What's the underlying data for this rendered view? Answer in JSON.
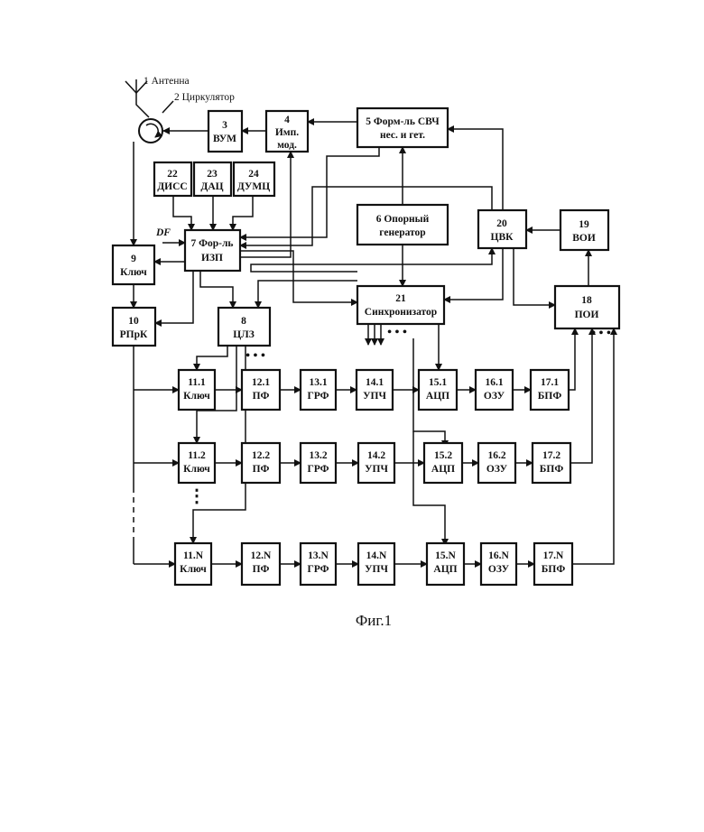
{
  "labels": {
    "antenna": "1 Антенна",
    "circulator": "2 Циркулятор",
    "df": "DF",
    "dots": "• • •",
    "vdots": "⋮",
    "caption": "Фиг.1"
  },
  "blocks": {
    "b3": [
      "3",
      "ВУМ"
    ],
    "b4": [
      "4",
      "Имп.",
      "мод."
    ],
    "b5": [
      "5 Форм-ль СВЧ",
      "нес. и гет."
    ],
    "b6": [
      "6  Опорный",
      "генератор"
    ],
    "b7": [
      "7 Фор-ль",
      "ИЗП"
    ],
    "b8": [
      "8",
      "ЦЛЗ"
    ],
    "b9": [
      "9",
      "Ключ"
    ],
    "b10": [
      "10",
      "РПрК"
    ],
    "b18": [
      "18",
      "ПОИ"
    ],
    "b19": [
      "19",
      "ВОИ"
    ],
    "b20": [
      "20",
      "ЦВК"
    ],
    "b21": [
      "21",
      "Синхронизатор"
    ],
    "b22": [
      "22",
      "ДИСС"
    ],
    "b23": [
      "23",
      "ДАЦ"
    ],
    "b24": [
      "24",
      "ДУМЦ"
    ]
  },
  "rows": [
    {
      "key": "r1",
      "cells": [
        [
          "11.1",
          "Ключ"
        ],
        [
          "12.1",
          "ПФ"
        ],
        [
          "13.1",
          "ГРФ"
        ],
        [
          "14.1",
          "УПЧ"
        ],
        [
          "15.1",
          "АЦП"
        ],
        [
          "16.1",
          "ОЗУ"
        ],
        [
          "17.1",
          "БПФ"
        ]
      ]
    },
    {
      "key": "r2",
      "cells": [
        [
          "11.2",
          "Ключ"
        ],
        [
          "12.2",
          "ПФ"
        ],
        [
          "13.2",
          "ГРФ"
        ],
        [
          "14.2",
          "УПЧ"
        ],
        [
          "15.2",
          "АЦП"
        ],
        [
          "16.2",
          "ОЗУ"
        ],
        [
          "17.2",
          "БПФ"
        ]
      ]
    },
    {
      "key": "rN",
      "cells": [
        [
          "11.N",
          "Ключ"
        ],
        [
          "12.N",
          "ПФ"
        ],
        [
          "13.N",
          "ГРФ"
        ],
        [
          "14.N",
          "УПЧ"
        ],
        [
          "15.N",
          "АЦП"
        ],
        [
          "16.N",
          "ОЗУ"
        ],
        [
          "17.N",
          "БПФ"
        ]
      ]
    }
  ]
}
